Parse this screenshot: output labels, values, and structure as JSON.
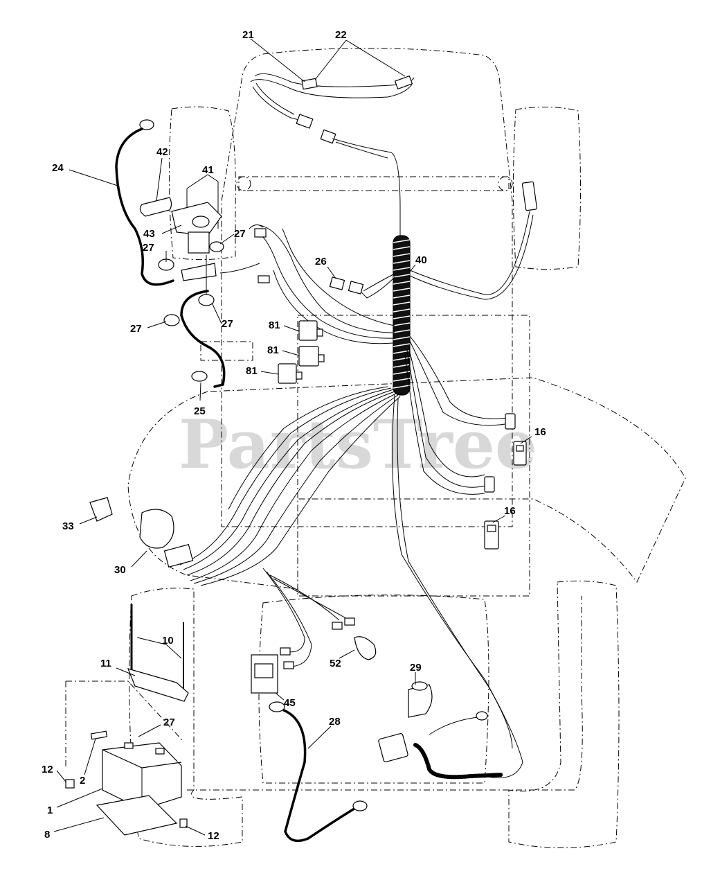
{
  "watermark": "PartsTree",
  "callouts": [
    {
      "id": "c21",
      "text": "21"
    },
    {
      "id": "c22",
      "text": "22"
    },
    {
      "id": "c24",
      "text": "24"
    },
    {
      "id": "c42",
      "text": "42"
    },
    {
      "id": "c41",
      "text": "41"
    },
    {
      "id": "c43",
      "text": "43"
    },
    {
      "id": "c27a",
      "text": "27"
    },
    {
      "id": "c27b",
      "text": "27"
    },
    {
      "id": "c27c",
      "text": "27"
    },
    {
      "id": "c27d",
      "text": "27"
    },
    {
      "id": "c26",
      "text": "26"
    },
    {
      "id": "c40",
      "text": "40"
    },
    {
      "id": "c81a",
      "text": "81"
    },
    {
      "id": "c81b",
      "text": "81"
    },
    {
      "id": "c81c",
      "text": "81"
    },
    {
      "id": "c25",
      "text": "25"
    },
    {
      "id": "c16a",
      "text": "16"
    },
    {
      "id": "c16b",
      "text": "16"
    },
    {
      "id": "c33",
      "text": "33"
    },
    {
      "id": "c30",
      "text": "30"
    },
    {
      "id": "c10",
      "text": "10"
    },
    {
      "id": "c11",
      "text": "11"
    },
    {
      "id": "c52",
      "text": "52"
    },
    {
      "id": "c45",
      "text": "45"
    },
    {
      "id": "c29",
      "text": "29"
    },
    {
      "id": "c28",
      "text": "28"
    },
    {
      "id": "c27e",
      "text": "27"
    },
    {
      "id": "c12a",
      "text": "12"
    },
    {
      "id": "c2",
      "text": "2"
    },
    {
      "id": "c1",
      "text": "1"
    },
    {
      "id": "c8",
      "text": "8"
    },
    {
      "id": "c12b",
      "text": "12"
    }
  ]
}
